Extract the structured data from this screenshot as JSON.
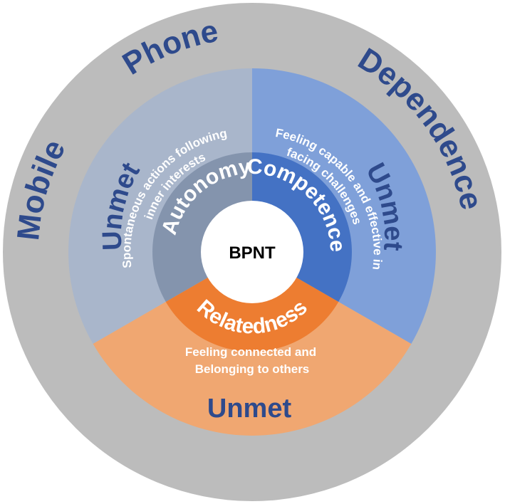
{
  "outer_ring": {
    "title_words": [
      "Mobile",
      "Phone",
      "Dependence"
    ]
  },
  "center": {
    "label": "BPNT"
  },
  "needs": {
    "autonomy": {
      "name": "Autonomy",
      "description": "Spontaneous actions following inner interests",
      "desc_line1": "Spontaneous actions following",
      "desc_line2": "inner interests",
      "status": "Unmet"
    },
    "competence": {
      "name": "Competence",
      "description": "Feeling capable and effective in facing challenges",
      "desc_line1": "Feeling capable and effective in",
      "desc_line2": "facing challenges",
      "status": "Unmet"
    },
    "relatedness": {
      "name": "Relatedness",
      "description": "Feeling connected and Belonging to others",
      "desc_line1": "Feeling connected and",
      "desc_line2": "Belonging to others",
      "status": "Unmet"
    }
  },
  "colors": {
    "outer_ring": "#bcbcbc",
    "autonomy_outer": "#a9b6cb",
    "autonomy_inner": "#8494ad",
    "competence_outer": "#7fa0d9",
    "competence_inner": "#4472c4",
    "relatedness_outer": "#f0a771",
    "relatedness_inner": "#ed7d31",
    "text_dark": "#2e4a8c",
    "center_fill": "#ffffff"
  }
}
